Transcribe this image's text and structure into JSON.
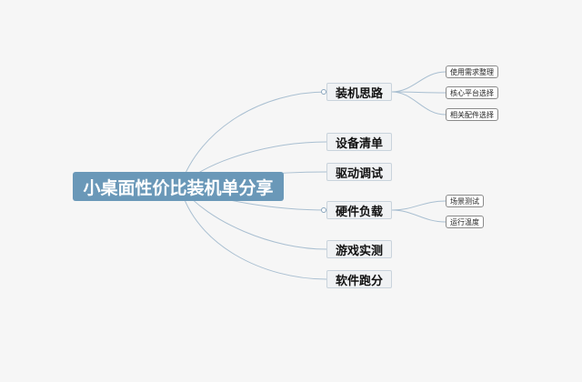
{
  "central_topic": "小桌面性价比装机单分享",
  "branches": [
    {
      "label": "装机思路",
      "children": [
        "使用需求整理",
        "核心平台选择",
        "相关配件选择"
      ]
    },
    {
      "label": "设备清单",
      "children": []
    },
    {
      "label": "驱动调试",
      "children": []
    },
    {
      "label": "硬件负载",
      "children": [
        "场景测试",
        "运行温度"
      ]
    },
    {
      "label": "游戏实测",
      "children": []
    },
    {
      "label": "软件跑分",
      "children": []
    }
  ],
  "colors": {
    "central_fill": "#6a98b8",
    "connector": "#a9bfd1",
    "branch_fill": "#f0f2f4",
    "branch_border": "#c9d3dc",
    "leaf_border": "#8a8a8a",
    "background": "#f6f6f6"
  }
}
